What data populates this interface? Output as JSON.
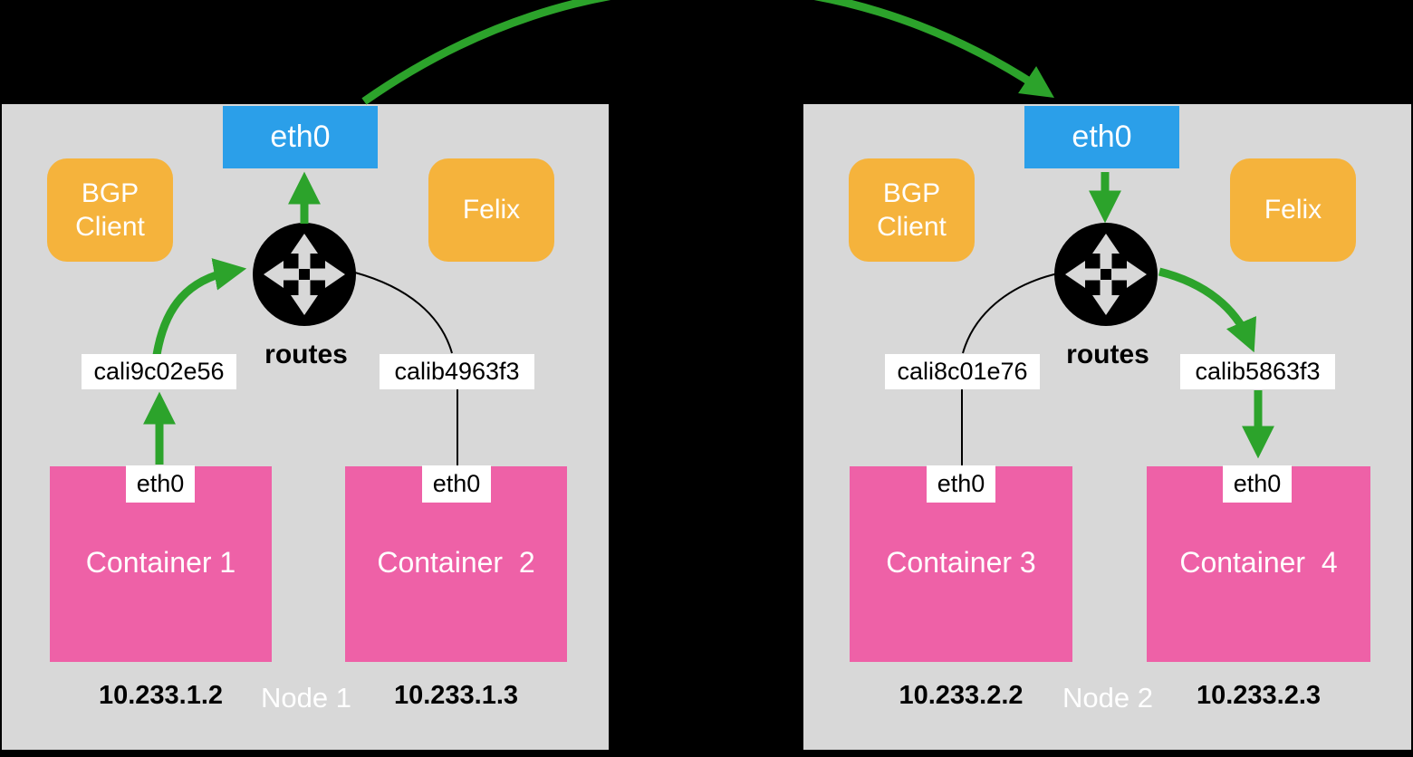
{
  "colors": {
    "background": "#000000",
    "node_bg": "#d8d8d8",
    "eth_blue": "#2b9fe9",
    "component_orange": "#f5b33c",
    "container_pink": "#ee61a7",
    "arrow_green": "#2ca32b",
    "line_black": "#000000",
    "label_bg": "#ffffff"
  },
  "icons": {
    "router": "router-icon (black circle with four outward arrows)"
  },
  "nodes": [
    {
      "name": "Node 1",
      "host_interface": "eth0",
      "bgp_client": "BGP Client",
      "felix": "Felix",
      "routes_label": "routes",
      "interfaces": [
        "cali9c02e56",
        "calib4963f3"
      ],
      "containers": [
        {
          "name": "Container 1",
          "interface": "eth0",
          "ip": "10.233.1.2"
        },
        {
          "name": "Container  2",
          "interface": "eth0",
          "ip": "10.233.1.3"
        }
      ]
    },
    {
      "name": "Node 2",
      "host_interface": "eth0",
      "bgp_client": "BGP Client",
      "felix": "Felix",
      "routes_label": "routes",
      "interfaces": [
        "cali8c01e76",
        "calib5863f3"
      ],
      "containers": [
        {
          "name": "Container 3",
          "interface": "eth0",
          "ip": "10.233.2.2"
        },
        {
          "name": "Container  4",
          "interface": "eth0",
          "ip": "10.233.2.3"
        }
      ]
    }
  ],
  "edges": [
    {
      "from": "Container 1 eth0",
      "to": "cali9c02e56",
      "style": "green-arrow"
    },
    {
      "from": "cali9c02e56",
      "to": "Node 1 routes",
      "style": "green-arrow"
    },
    {
      "from": "Node 1 routes",
      "to": "Node 1 eth0",
      "style": "green-arrow"
    },
    {
      "from": "Node 1 eth0",
      "to": "Node 2 eth0",
      "style": "green-arrow-arc"
    },
    {
      "from": "Node 2 eth0",
      "to": "Node 2 routes",
      "style": "green-arrow"
    },
    {
      "from": "Node 2 routes",
      "to": "calib5863f3",
      "style": "green-arrow"
    },
    {
      "from": "calib5863f3",
      "to": "Container 4 eth0",
      "style": "green-arrow"
    },
    {
      "from": "Node 1 routes",
      "to": "calib4963f3",
      "style": "black-line"
    },
    {
      "from": "calib4963f3",
      "to": "Container 2 eth0",
      "style": "black-line"
    },
    {
      "from": "cali8c01e76",
      "to": "Node 2 routes",
      "style": "black-line"
    },
    {
      "from": "cali8c01e76",
      "to": "Container 3 eth0",
      "style": "black-line"
    }
  ]
}
